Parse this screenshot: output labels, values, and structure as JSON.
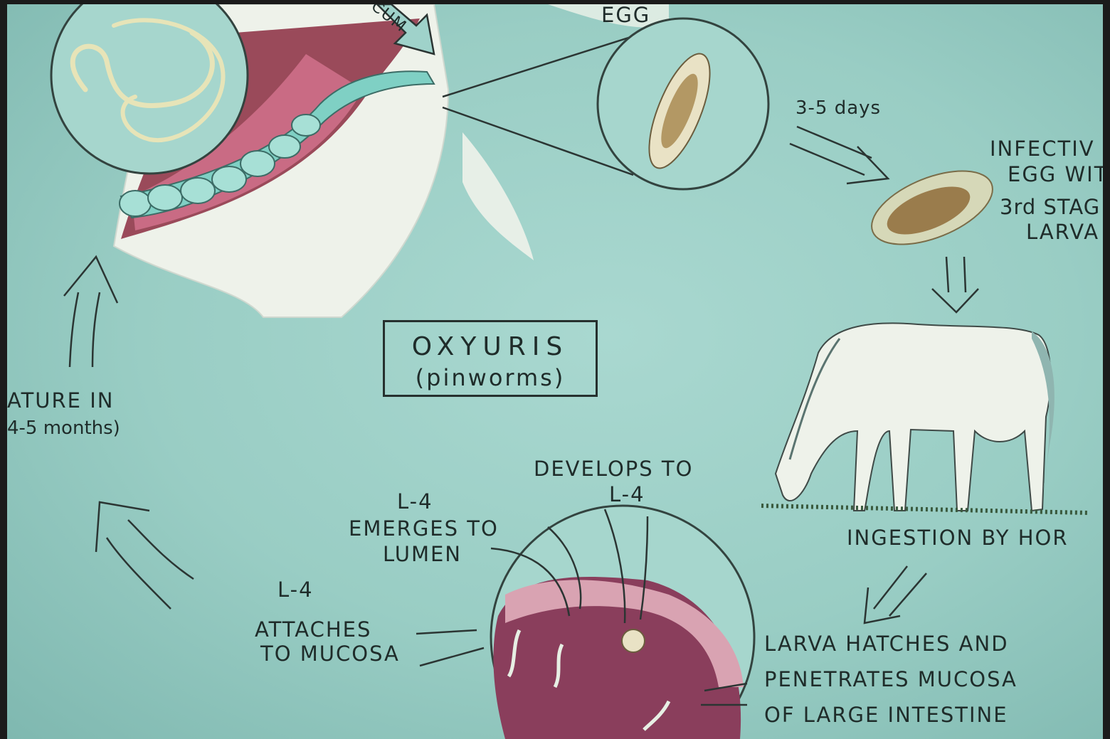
{
  "diagram": {
    "title": "OXYURIS",
    "subtitle": "(pinworms)",
    "labels": {
      "rectum_partial": "CUM",
      "egg": "EGG",
      "days": "3-5 days",
      "infective_egg": [
        "INFECTIV",
        "EGG WIT",
        "3rd STAG",
        "LARVA"
      ],
      "ingestion": "INGESTION BY HOR",
      "larva_hatches": [
        "LARVA HATCHES AND",
        "PENETRATES MUCOSA",
        "OF LARGE INTESTINE"
      ],
      "develops": [
        "DEVELOPS TO",
        "L-4"
      ],
      "emerges": [
        "L-4",
        "EMERGES TO",
        "LUMEN"
      ],
      "attaches": [
        "L-4",
        "ATTACHES",
        "TO MUCOSA"
      ],
      "mature": [
        "ATURE IN",
        "4-5 months)"
      ]
    }
  },
  "colors": {
    "background": "#9fd2ca",
    "ink": "#1f2c2a",
    "flesh": "#9a4a5a",
    "tissue": "#8a3e5c",
    "tail": "#e7efe4"
  }
}
